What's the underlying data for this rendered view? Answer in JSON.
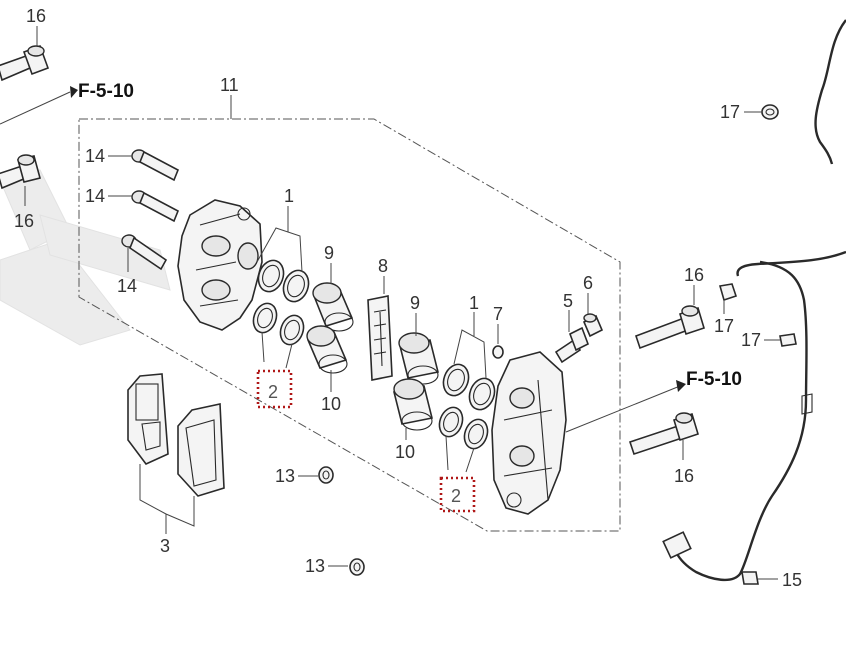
{
  "diagram": {
    "callouts": {
      "bolt_16_top": "16",
      "bolt_16_left": "16",
      "bolt_16_right": "16",
      "bolt_16_lower_right": "16",
      "caliper_assy_11": "11",
      "bolt_14_a": "14",
      "bolt_14_b": "14",
      "bolt_14_c": "14",
      "seal_1_left": "1",
      "seal_1_right": "1",
      "seal_2_left": "2",
      "seal_2_right": "2",
      "piston_9_left": "9",
      "piston_9_right": "9",
      "piston_10_left": "10",
      "piston_10_right": "10",
      "spring_8": "8",
      "washer_7": "7",
      "bleeder_5": "5",
      "cap_6": "6",
      "pads_3": "3",
      "nut_13_a": "13",
      "nut_13_b": "13",
      "clamp_17_top": "17",
      "clamp_17_mid": "17",
      "clamp_17_right": "17",
      "sensor_bolt_15": "15"
    },
    "references": {
      "ref_left": "F-5-10",
      "ref_right": "F-5-10"
    },
    "highlight_color": "#b01818"
  }
}
